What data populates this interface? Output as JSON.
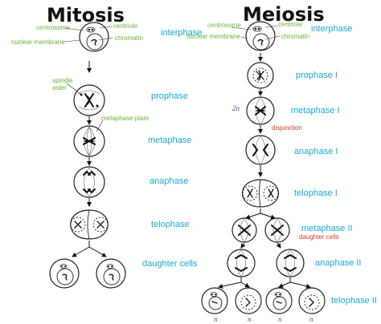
{
  "mitosis": {
    "title": "Mitosis",
    "stages": [
      "interphase",
      "prophase",
      "metaphase",
      "anaphase",
      "telophase",
      "daughter cells"
    ],
    "parts": {
      "centrosome": "centrosome",
      "centriole": "centriole",
      "nuclear_membrane": "nuclear membrane",
      "chromatin": "chromatin",
      "spindle": "spindle",
      "aster": "aster",
      "metaphase_plate": "metaphase plate"
    }
  },
  "meiosis": {
    "title": "Meiosis",
    "stages": [
      "interphase",
      "prophase I",
      "metaphase I",
      "anaphase I",
      "telophase I",
      "metaphase II",
      "anaphase II",
      "telophase II"
    ],
    "parts": {
      "centrosome": "centrosome",
      "centriole": "centriole",
      "nuclear_membrane": "nuclear membrane",
      "chromatin": "chromatin",
      "disjunction": "disjunction",
      "daughter_cells": "daughter cells"
    },
    "ploidy_2n": "2n",
    "ploidy_n": [
      "n",
      "n",
      "n",
      "n"
    ]
  },
  "colors": {
    "stage_label": "#1aa7cf",
    "part_label": "#6ab23a",
    "highlight": "#d9381e",
    "ploidy": "#3b4ea8"
  }
}
